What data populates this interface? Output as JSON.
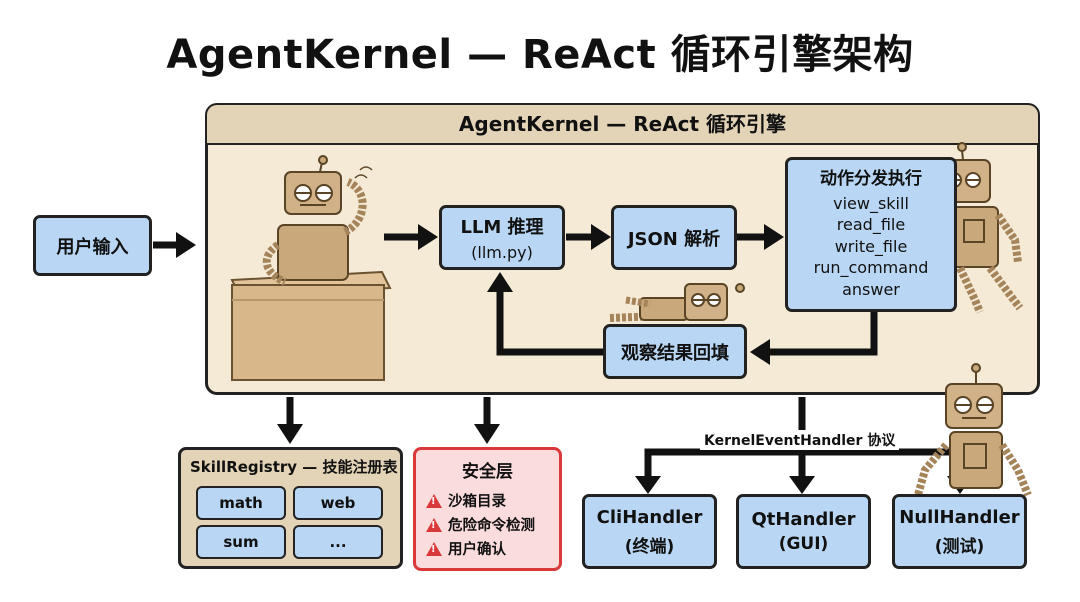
{
  "title": "AgentKernel — ReAct 循环引擎架构",
  "kernel": {
    "label": "AgentKernel — ReAct 循环引擎"
  },
  "user_input": "用户输入",
  "llm": {
    "label": "LLM 推理",
    "sub": "(llm.py)"
  },
  "json_parse": "JSON 解析",
  "dispatch": {
    "title": "动作分发执行",
    "actions": [
      "view_skill",
      "read_file",
      "write_file",
      "run_command",
      "answer"
    ]
  },
  "observe": "观察结果回填",
  "registry": {
    "title": "SkillRegistry — 技能注册表",
    "skills": [
      "math",
      "web",
      "sum",
      "..."
    ]
  },
  "security": {
    "title": "安全层",
    "items": [
      "沙箱目录",
      "危险命令检测",
      "用户确认"
    ]
  },
  "protocol": "KernelEventHandler 协议",
  "handlers": [
    {
      "name": "CliHandler",
      "sub": "(终端)"
    },
    {
      "name": "QtHandler",
      "sub": "(GUI)"
    },
    {
      "name": "NullHandler",
      "sub": "(测试)"
    }
  ],
  "colors": {
    "box_blue": "#b9d7f4",
    "kernel_bg": "#f4ead6",
    "registry_bg": "#e3d4b8",
    "warn_red": "#d9393a"
  },
  "icons": [
    "robot-thinking-icon",
    "robot-leaning-icon",
    "robot-lying-icon",
    "robot-sitting-icon",
    "cardboard-box-icon",
    "warning-icon"
  ]
}
